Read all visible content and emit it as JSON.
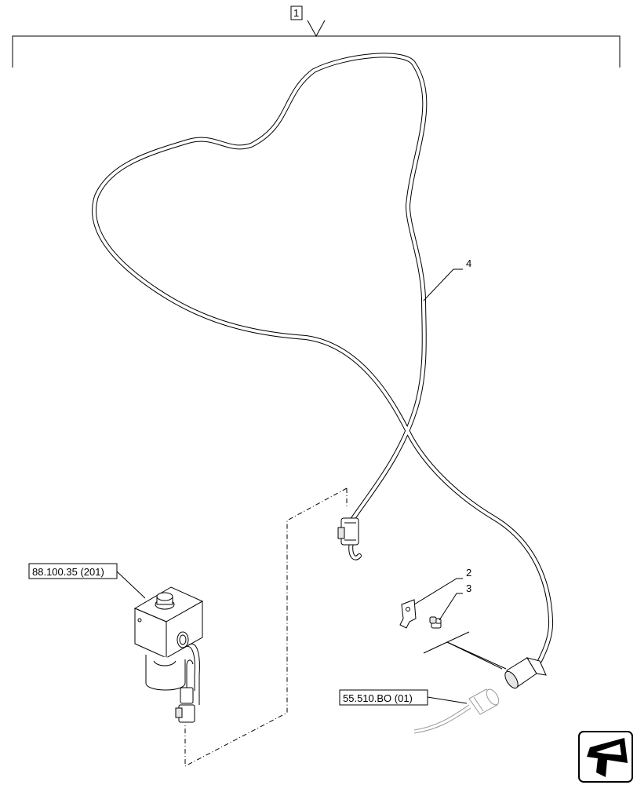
{
  "callouts": {
    "assembly": "1",
    "bracket": "2",
    "bolt": "3",
    "harness": "4"
  },
  "references": {
    "valve_ref": "88.100.35 (201)",
    "connector_ref": "55.510.BO (01)"
  },
  "icons": {
    "nav": "next-page-arrow-icon"
  }
}
